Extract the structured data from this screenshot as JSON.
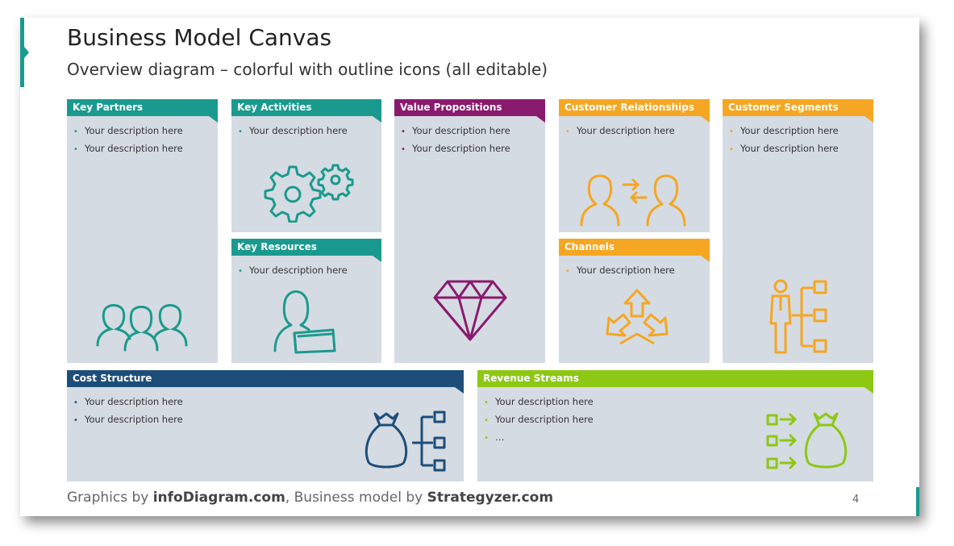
{
  "title": "Business Model Canvas",
  "subtitle": "Overview diagram – colorful with outline icons (all editable)",
  "colors": {
    "teal": "#1a9a8e",
    "purple": "#8a1a6e",
    "orange": "#f5a623",
    "navy": "#1d4e7a",
    "green": "#8cc814",
    "block_bg": "#d5dbe2"
  },
  "blocks": {
    "key_partners": {
      "title": "Key Partners",
      "items": [
        "Your description here",
        "Your description here"
      ],
      "icon": "people-group-icon"
    },
    "key_activities": {
      "title": "Key Activities",
      "items": [
        "Your description here"
      ],
      "icon": "gears-icon"
    },
    "key_resources": {
      "title": "Key Resources",
      "items": [
        "Your description here"
      ],
      "icon": "person-with-book-icon"
    },
    "value_propositions": {
      "title": "Value Propositions",
      "items": [
        "Your description here",
        "Your description here"
      ],
      "icon": "diamond-icon"
    },
    "customer_relationships": {
      "title": "Customer Relationships",
      "items": [
        "Your description here"
      ],
      "icon": "people-exchange-icon"
    },
    "channels": {
      "title": "Channels",
      "items": [
        "Your description here"
      ],
      "icon": "arrows-distribution-icon"
    },
    "customer_segments": {
      "title": "Customer Segments",
      "items": [
        "Your description here",
        "Your description here"
      ],
      "icon": "person-hierarchy-icon"
    },
    "cost_structure": {
      "title": "Cost Structure",
      "items": [
        "Your description here",
        "Your description here"
      ],
      "icon": "money-bag-hierarchy-icon"
    },
    "revenue_streams": {
      "title": "Revenue Streams",
      "items": [
        "Your description here",
        "Your description here",
        "…"
      ],
      "icon": "money-bag-inflow-icon"
    }
  },
  "footer": {
    "prefix": "Graphics by ",
    "brand1": "infoDiagram.com",
    "middle": ", Business model by ",
    "brand2": "Strategyzer.com"
  },
  "page_number": "4"
}
